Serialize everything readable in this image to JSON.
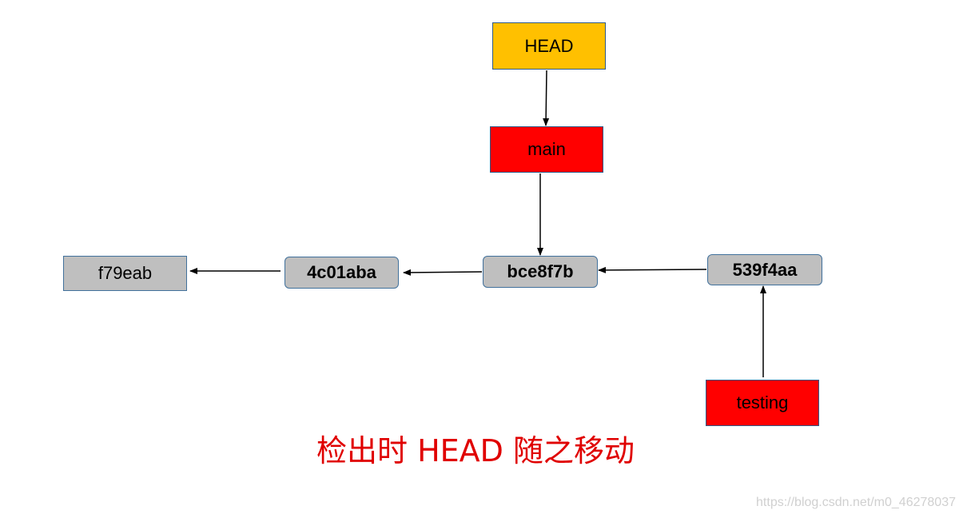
{
  "pointers": {
    "head": "HEAD",
    "main": "main",
    "testing": "testing"
  },
  "commits": {
    "c1": "f79eab",
    "c2": "4c01aba",
    "c3": "bce8f7b",
    "c4": "539f4aa"
  },
  "caption": "检出时 HEAD 随之移动",
  "watermark": "https://blog.csdn.net/m0_46278037",
  "colors": {
    "head_fill": "#ffc000",
    "branch_fill": "#ff0000",
    "commit_fill": "#bfbfbf",
    "caption_text": "#e00000"
  }
}
